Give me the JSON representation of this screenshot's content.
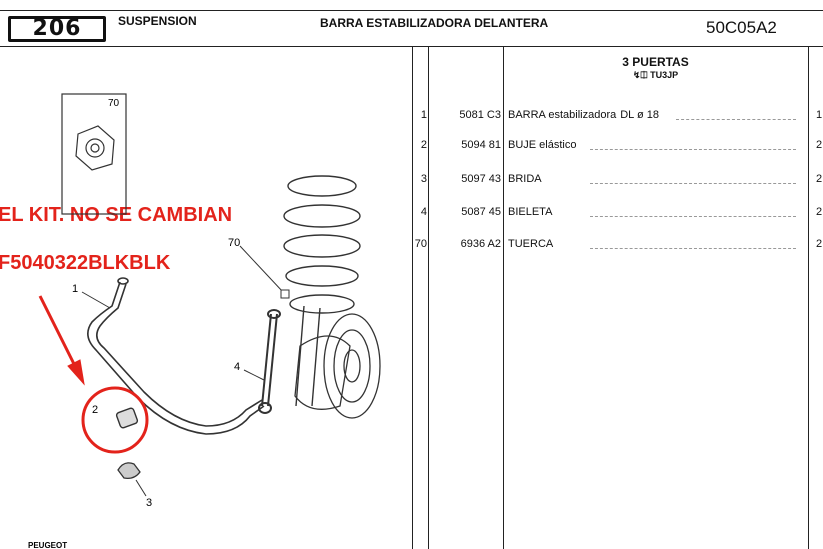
{
  "header": {
    "logo": "206",
    "section": "SUSPENSION",
    "title": "BARRA ESTABILIZADORA DELANTERA",
    "code": "50C05A2"
  },
  "table": {
    "column_header": "3 PUERTAS",
    "column_subheader": "TU3JP",
    "rows": [
      {
        "idx": "1",
        "ref": "5081 C3",
        "desc": "BARRA estabilizadora",
        "extra": "DL ø 18",
        "qty": "1"
      },
      {
        "idx": "2",
        "ref": "5094 81",
        "desc": "BUJE elástico",
        "extra": "",
        "qty": "2"
      },
      {
        "idx": "3",
        "ref": "5097 43",
        "desc": "BRIDA",
        "extra": "",
        "qty": "2"
      },
      {
        "idx": "4",
        "ref": "5087 45",
        "desc": "BIELETA",
        "extra": "",
        "qty": "2"
      },
      {
        "idx": "70",
        "ref": "6936 A2",
        "desc": "TUERCA",
        "extra": "",
        "qty": "2"
      }
    ]
  },
  "annotations": {
    "line1": "EL KIT. NO SE CAMBIAN",
    "line2": "F5040322BLKBLK"
  },
  "diagram_labels": {
    "inset": "70",
    "nut": "70",
    "bar": "1",
    "bushing": "2",
    "clamp": "3",
    "link": "4"
  },
  "footer": "PEUGEOT",
  "colors": {
    "annotation": "#e3231b"
  }
}
